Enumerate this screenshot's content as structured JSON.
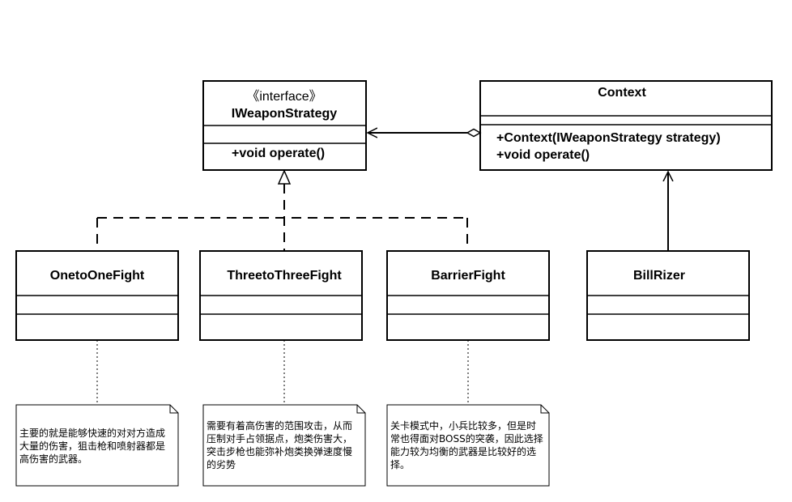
{
  "classes": {
    "iweapon": {
      "stereotype": "《interface》",
      "name": "IWeaponStrategy",
      "methods": [
        "+void operate()"
      ]
    },
    "context": {
      "name": "Context",
      "methods": [
        "+Context(IWeaponStrategy  strategy)",
        "+void operate()"
      ]
    },
    "onetoone": {
      "name": "OnetoOneFight"
    },
    "threetothree": {
      "name": "ThreetoThreeFight"
    },
    "barrier": {
      "name": "BarrierFight"
    },
    "billrizer": {
      "name": "BillRizer"
    }
  },
  "notes": {
    "onetoone": "主要的就是能够快速的对对方造成大量的伤害，狙击枪和喷射器都是高伤害的武器。",
    "threetothree": "需要有着高伤害的范围攻击，从而压制对手占领据点，炮类伤害大，突击步枪也能弥补炮类换弹速度慢的劣势",
    "barrier": "关卡模式中，小兵比较多，但是时常也得面对BOSS的突袭，因此选择能力较为均衡的武器是比较好的选择。"
  }
}
